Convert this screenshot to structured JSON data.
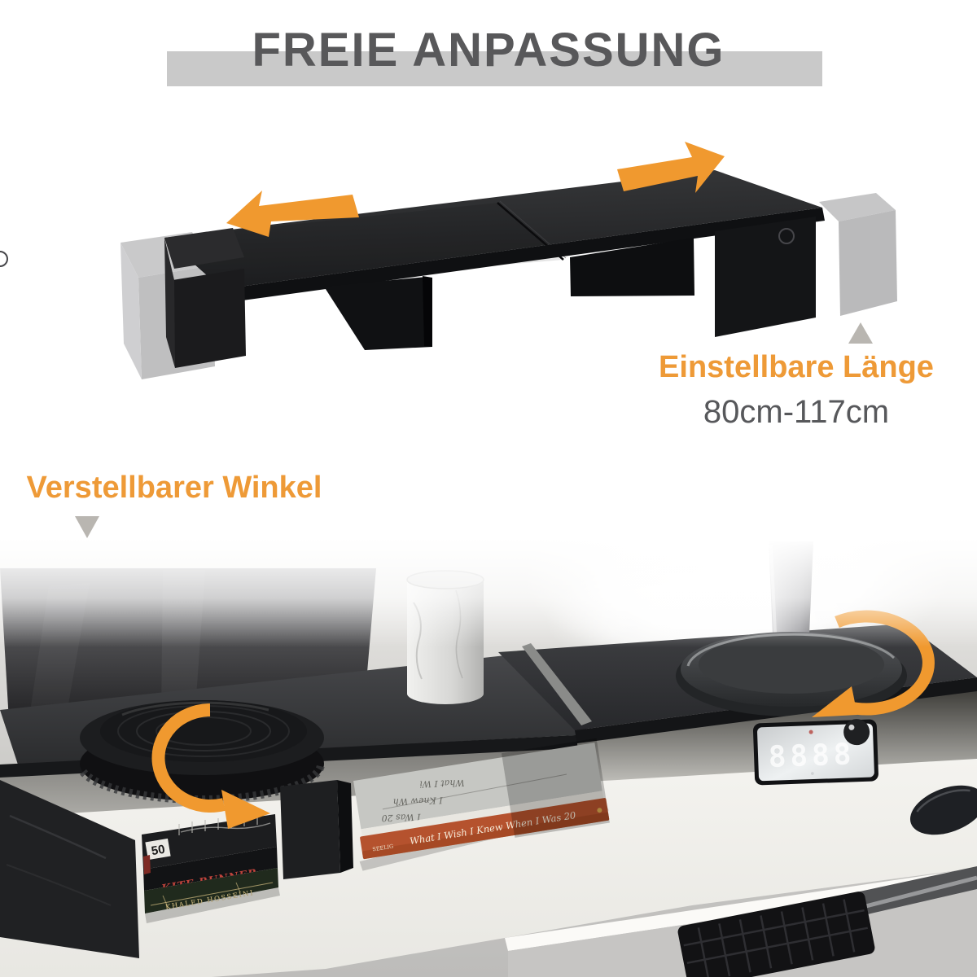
{
  "page": {
    "background": "#ffffff"
  },
  "colors": {
    "accent_orange": "#F0992F",
    "label_orange": "#EE9A37",
    "banner_gray": "#C9C9C9",
    "title_gray": "#58585A",
    "value_gray": "#57585B",
    "pointer_gray": "#B9B6B1",
    "product_black": "#232426"
  },
  "banner": {
    "title": "FREIE ANPASSUNG"
  },
  "annotations": {
    "length": {
      "label": "Einstellbare Länge",
      "range": "80cm-117cm"
    },
    "angle": {
      "label": "Verstellbarer Winkel"
    }
  },
  "photo": {
    "book_stack": {
      "tag": "50",
      "spine1": "KITE RUNNER",
      "spine2": "KHALED HOSSEINI"
    },
    "flat_book": {
      "spine_title": "What I Wish I Knew When I Was 20",
      "spine_author": "SEELIG",
      "cover_line1": "What I Wi",
      "cover_line2": "I Knew Wh",
      "cover_line3": "I Was 20"
    },
    "clock": {
      "digits": "8888"
    }
  }
}
